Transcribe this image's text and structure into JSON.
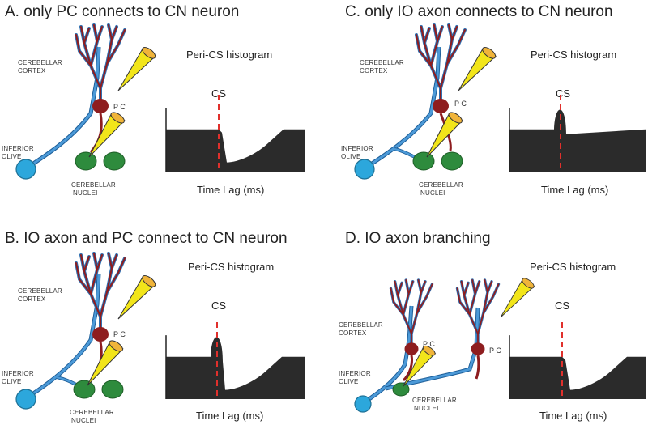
{
  "colors": {
    "io_axon": "#3f8fd0",
    "pc": "#8e1d1f",
    "cn": "#2e8b3d",
    "io_soma": "#2ca7dc",
    "electrode_tip": "#f2e51a",
    "electrode_base": "#f0b43a",
    "histogram": "#2b2b2b",
    "cs_line": "#e0302c"
  },
  "panels": [
    {
      "title": "A. only PC connects to CN neuron",
      "histogram_title": "Peri-CS histogram",
      "cs_label": "CS",
      "xlabel": "Time Lag (ms)",
      "labels": {
        "cortex": [
          "CEREBELLAR",
          "CORTEX"
        ],
        "pc": "P C",
        "olive": [
          "INFERIOR",
          "OLIVE"
        ],
        "nuclei": [
          "CEREBELLAR",
          "NUCLEI"
        ]
      },
      "histogram": {
        "baseline": 0.55,
        "peak_at_cs": 0.0,
        "post_cs_min": 0.12,
        "recovery": 0.55
      }
    },
    {
      "title": "C. only IO axon connects to CN neuron",
      "histogram_title": "Peri-CS histogram",
      "cs_label": "CS",
      "xlabel": "Time Lag (ms)",
      "labels": {
        "cortex": [
          "CEREBELLAR",
          "CORTEX"
        ],
        "pc": "P C",
        "olive": [
          "INFERIOR",
          "OLIVE"
        ],
        "nuclei": [
          "CEREBELLAR",
          "NUCLEI"
        ]
      },
      "histogram": {
        "baseline": 0.55,
        "peak_at_cs": 0.9,
        "post_cs_min": 0.52,
        "recovery": 0.55
      }
    },
    {
      "title": "B. IO axon and PC connect to CN neuron",
      "histogram_title": "Peri-CS histogram",
      "cs_label": "CS",
      "xlabel": "Time Lag (ms)",
      "labels": {
        "cortex": [
          "CEREBELLAR",
          "CORTEX"
        ],
        "pc": "P C",
        "olive": [
          "INFERIOR",
          "OLIVE"
        ],
        "nuclei": [
          "CEREBELLAR",
          "NUCLEI"
        ]
      },
      "histogram": {
        "baseline": 0.55,
        "peak_at_cs": 0.9,
        "post_cs_min": 0.12,
        "recovery": 0.55
      }
    },
    {
      "title": "D. IO axon branching",
      "histogram_title": "Peri-CS histogram",
      "cs_label": "CS",
      "xlabel": "Time Lag (ms)",
      "labels": {
        "cortex": [
          "CEREBELLAR",
          "CORTEX"
        ],
        "pc": "P C",
        "pc2": "P C",
        "olive": [
          "INFERIOR",
          "OLIVE"
        ],
        "nuclei": [
          "CEREBELLAR",
          "NUCLEI"
        ]
      },
      "histogram": {
        "baseline": 0.55,
        "peak_at_cs": 0.0,
        "post_cs_min": 0.12,
        "recovery": 0.55
      }
    }
  ]
}
